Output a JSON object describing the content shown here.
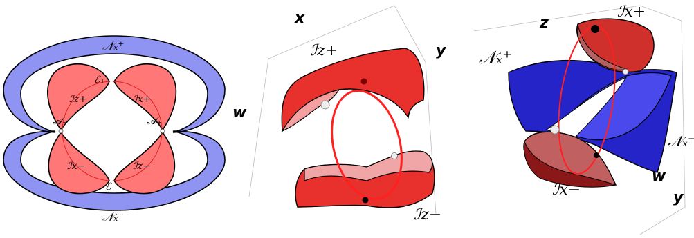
{
  "colors": {
    "blue": "#8f93f2",
    "red": "#ff7777",
    "dark_red": "#c01818",
    "dark_blue": "#1e1ea8",
    "edge": "#000000"
  },
  "left": {
    "nx_plus": "𝒩ₓ⁺",
    "nx_minus": "𝒩ₓ⁻",
    "iz_plus": "ℐz+",
    "ix_plus": "ℐx+",
    "ix_minus": "ℐx−",
    "iz_minus": "ℐz−",
    "e_plus": "ℰ₊",
    "e_minus": "ℰ₋",
    "a_minus": "𝒜₋",
    "a_plus": "𝒜₊"
  },
  "middle": {
    "axis_x": "x",
    "axis_y": "y",
    "axis_w": "w",
    "iz_plus": "ℐz+",
    "iz_minus": "ℐz−"
  },
  "right": {
    "axis_z": "z",
    "axis_w": "w",
    "axis_y": "y",
    "nx_plus": "𝒩ₓ⁺",
    "nx_minus": "𝒩ₓ⁻",
    "ix_plus": "ℐx+",
    "ix_minus": "ℐx−"
  }
}
